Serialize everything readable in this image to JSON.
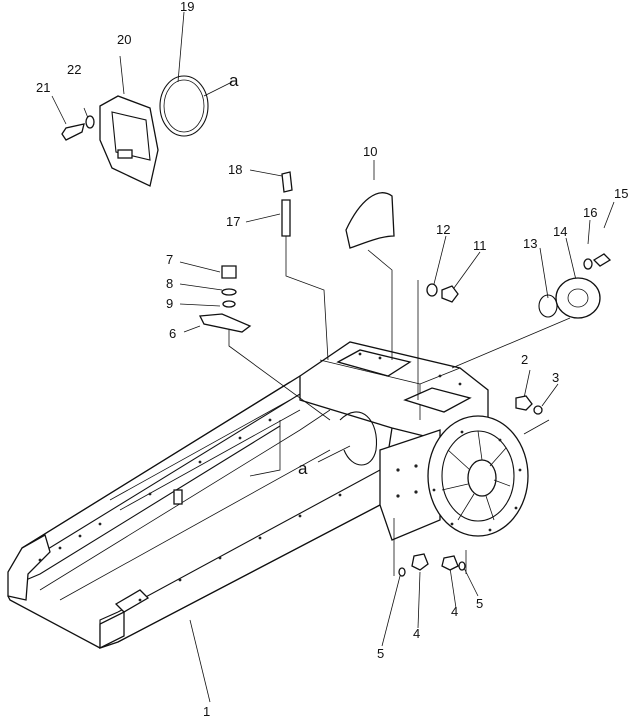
{
  "diagram": {
    "part_callouts": [
      "1",
      "2",
      "3",
      "4",
      "4",
      "5",
      "5",
      "6",
      "7",
      "8",
      "9",
      "10",
      "11",
      "12",
      "13",
      "14",
      "15",
      "16",
      "17",
      "18",
      "19",
      "20",
      "21",
      "22"
    ],
    "reference_marks": [
      "a",
      "a"
    ]
  }
}
